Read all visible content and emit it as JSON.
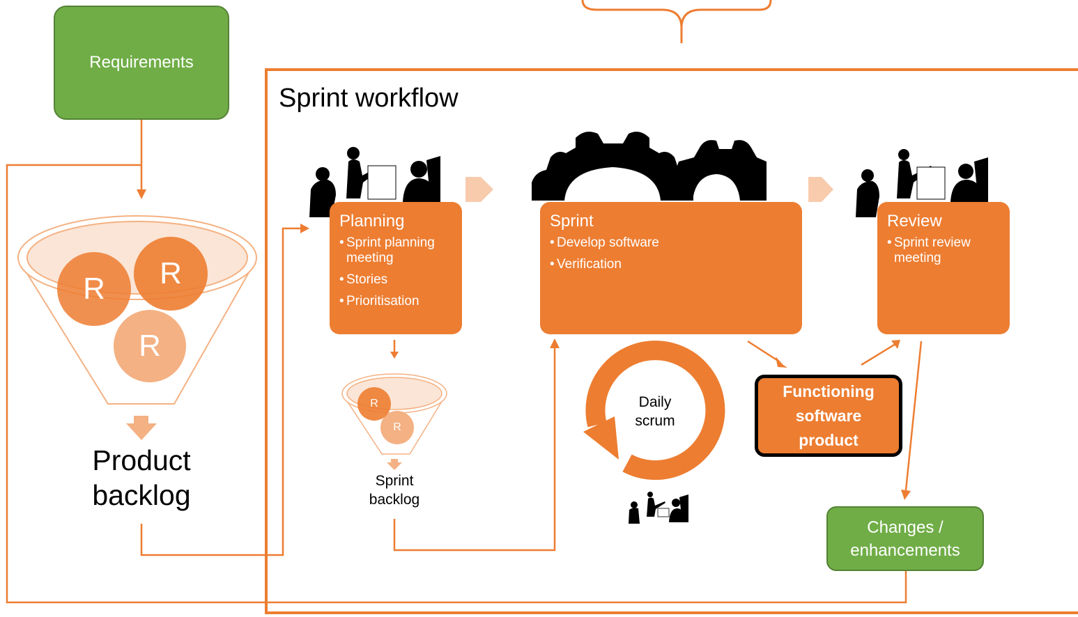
{
  "requirements": {
    "label": "Requirements"
  },
  "product_backlog": {
    "label_line1": "Product",
    "label_line2": "backlog",
    "items": [
      "R",
      "R",
      "R"
    ]
  },
  "sprint_workflow": {
    "title": "Sprint workflow"
  },
  "planning": {
    "title": "Planning",
    "bullets": [
      "Sprint planning meeting",
      "Stories",
      "Prioritisation"
    ]
  },
  "sprint": {
    "title": "Sprint",
    "bullets": [
      "Develop software",
      "Verification"
    ]
  },
  "review": {
    "title": "Review",
    "bullets": [
      "Sprint review meeting"
    ]
  },
  "sprint_backlog": {
    "label_line1": "Sprint",
    "label_line2": "backlog",
    "items": [
      "R",
      "R"
    ]
  },
  "daily_scrum": {
    "line1": "Daily",
    "line2": "scrum"
  },
  "functioning_product": {
    "line1": "Functioning",
    "line2": "software",
    "line3": "product"
  },
  "changes": {
    "line1": "Changes /",
    "line2": "enhancements"
  },
  "colors": {
    "orange": "#ed7d31",
    "green": "#70ad47",
    "light_orange": "#f4b183",
    "pale_orange": "#f8cbad"
  },
  "icons": [
    "meeting-silhouette-icon",
    "gears-icon",
    "arrow-chevron-icon"
  ]
}
